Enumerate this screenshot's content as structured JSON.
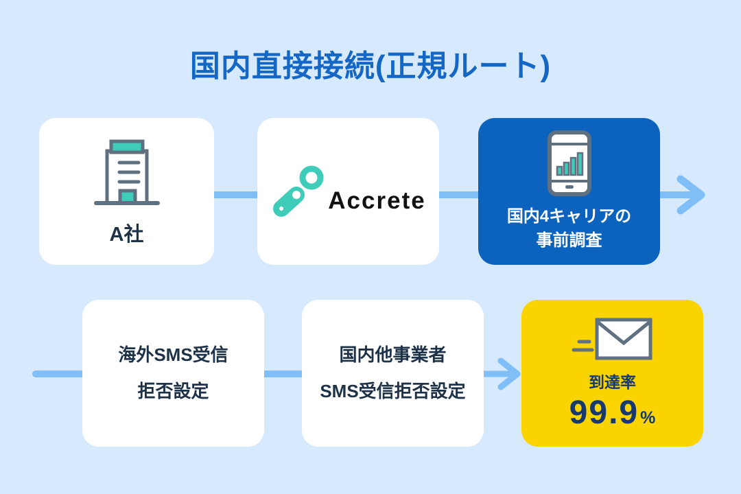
{
  "title": "国内直接接続(正規ルート)",
  "colors": {
    "background": "#d7eafd",
    "title_blue": "#1467c4",
    "card_blue": "#0b63be",
    "card_yellow": "#fbd400",
    "logo_teal": "#3fcdb9",
    "icon_gray": "#5f7080",
    "white_card_text": "#1d3147",
    "yellow_card_text": "#17396e",
    "arrow_blue": "#7fbef6"
  },
  "flow": {
    "top_row": [
      {
        "label": "A社",
        "icon": "building-icon"
      },
      {
        "label": "Accrete",
        "icon": "accrete-logo-mark"
      },
      {
        "label_line1": "国内4キャリアの",
        "label_line2": "事前調査",
        "icon": "smartphone-signal-icon"
      }
    ],
    "bottom_row": [
      {
        "label_line1": "海外SMS受信",
        "label_line2": "拒否設定"
      },
      {
        "label_line1": "国内他事業者",
        "label_line2": "SMS受信拒否設定"
      },
      {
        "label": "到達率",
        "value": "99.9",
        "unit": "%",
        "icon": "speeding-envelope-icon"
      }
    ]
  }
}
